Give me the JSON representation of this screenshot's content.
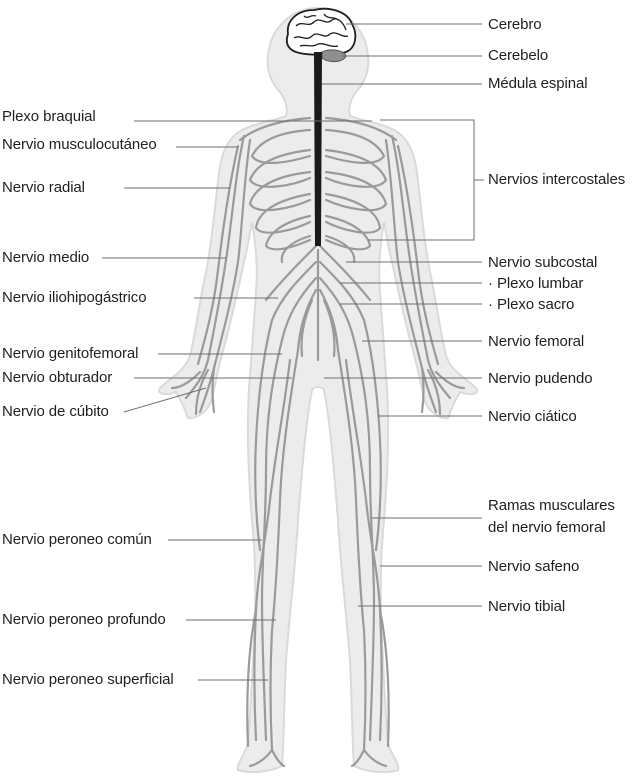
{
  "labels_right": [
    {
      "id": "cerebro",
      "text": "Cerebro"
    },
    {
      "id": "cerebelo",
      "text": "Cerebelo"
    },
    {
      "id": "medula",
      "text": "Médula espinal"
    },
    {
      "id": "intercostales",
      "text": "Nervios intercostales"
    },
    {
      "id": "subcostal",
      "text": "Nervio subcostal"
    },
    {
      "id": "plexo-lumbar",
      "text": "· Plexo lumbar"
    },
    {
      "id": "plexo-sacro",
      "text": "· Plexo sacro"
    },
    {
      "id": "femoral",
      "text": "Nervio femoral"
    },
    {
      "id": "pudendo",
      "text": "Nervio pudendo"
    },
    {
      "id": "ciatico",
      "text": "Nervio ciático"
    },
    {
      "id": "ramas-1",
      "text": "Ramas musculares"
    },
    {
      "id": "ramas-2",
      "text": "del nervio femoral"
    },
    {
      "id": "safeno",
      "text": "Nervio safeno"
    },
    {
      "id": "tibial",
      "text": "Nervio tibial"
    }
  ],
  "labels_left": [
    {
      "id": "plexo-braquial",
      "text": "Plexo braquial"
    },
    {
      "id": "musculocutaneo",
      "text": "Nervio musculocutáneo"
    },
    {
      "id": "radial",
      "text": "Nervio radial"
    },
    {
      "id": "medio",
      "text": "Nervio medio"
    },
    {
      "id": "iliohipogastrico",
      "text": "Nervio iliohipogástrico"
    },
    {
      "id": "genitofemoral",
      "text": "Nervio genitofemoral"
    },
    {
      "id": "obturador",
      "text": "Nervio obturador"
    },
    {
      "id": "cubito",
      "text": "Nervio de cúbito"
    },
    {
      "id": "peroneo-comun",
      "text": "Nervio peroneo común"
    },
    {
      "id": "peroneo-profundo",
      "text": "Nervio peroneo profundo"
    },
    {
      "id": "peroneo-superficial",
      "text": "Nervio peroneo superficial"
    }
  ],
  "colors": {
    "body_fill": "#ececec",
    "body_outline": "#dadada",
    "nerve": "#9a9a9a",
    "spinal_cord": "#1a1a1a",
    "leader_line": "#6e6e6e",
    "text": "#1f1f1f"
  }
}
